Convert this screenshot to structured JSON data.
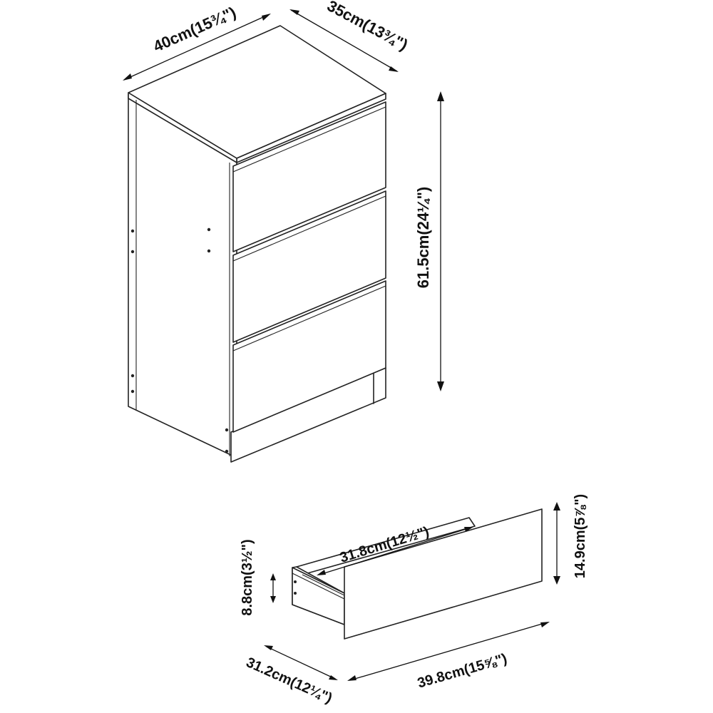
{
  "dimensions": {
    "cabinet_width": "40cm(15¾\")",
    "cabinet_depth": "35cm(13¾\")",
    "cabinet_height": "61.5cm(24¼\")",
    "drawer_inner_width": "31.8cm(12½\")",
    "drawer_side_height": "8.8cm(3½\")",
    "drawer_front_height": "14.9cm(5⅞\")",
    "drawer_depth": "31.2cm(12¼\")",
    "drawer_front_width": "39.8cm(15⅝\")"
  }
}
